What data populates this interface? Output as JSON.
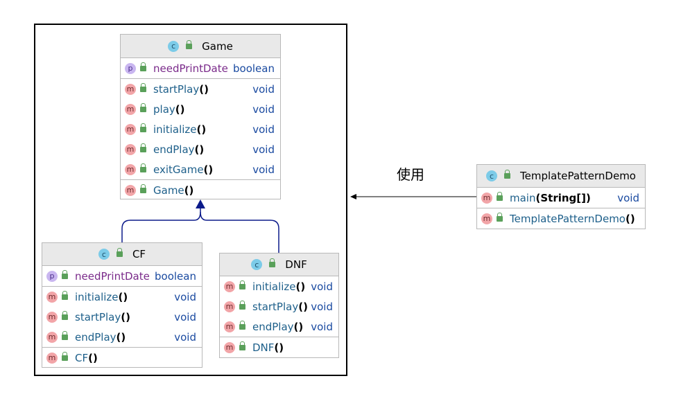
{
  "relation_label": "使用",
  "classes": {
    "game": {
      "name": "Game",
      "fields": [
        {
          "name": "needPrintDate",
          "type": "boolean"
        }
      ],
      "methods": [
        {
          "name": "startPlay",
          "parens": "()",
          "type": "void"
        },
        {
          "name": "play",
          "parens": "()",
          "type": "void"
        },
        {
          "name": "initialize",
          "parens": "()",
          "type": "void"
        },
        {
          "name": "endPlay",
          "parens": "()",
          "type": "void"
        },
        {
          "name": "exitGame",
          "parens": "()",
          "type": "void"
        }
      ],
      "constructors": [
        {
          "name": "Game",
          "parens": "()"
        }
      ]
    },
    "cf": {
      "name": "CF",
      "fields": [
        {
          "name": "needPrintDate",
          "type": "boolean"
        }
      ],
      "methods": [
        {
          "name": "initialize",
          "parens": "()",
          "type": "void"
        },
        {
          "name": "startPlay",
          "parens": "()",
          "type": "void"
        },
        {
          "name": "endPlay",
          "parens": "()",
          "type": "void"
        }
      ],
      "constructors": [
        {
          "name": "CF",
          "parens": "()"
        }
      ]
    },
    "dnf": {
      "name": "DNF",
      "methods": [
        {
          "name": "initialize",
          "parens": "()",
          "type": "void"
        },
        {
          "name": "startPlay",
          "parens": "()",
          "type": "void"
        },
        {
          "name": "endPlay",
          "parens": "()",
          "type": "void"
        }
      ],
      "constructors": [
        {
          "name": "DNF",
          "parens": "()"
        }
      ]
    },
    "demo": {
      "name": "TemplatePatternDemo",
      "methods": [
        {
          "name": "main",
          "args": "(String[])",
          "type": "void"
        }
      ],
      "constructors": [
        {
          "name": "TemplatePatternDemo",
          "parens": "()"
        }
      ]
    }
  },
  "badge_letters": {
    "class": "c",
    "field": "p",
    "method": "m"
  },
  "colors": {
    "edge": "#0b1a8a",
    "arrow_fill": "#0b1a8a",
    "dependency": "#000000"
  }
}
